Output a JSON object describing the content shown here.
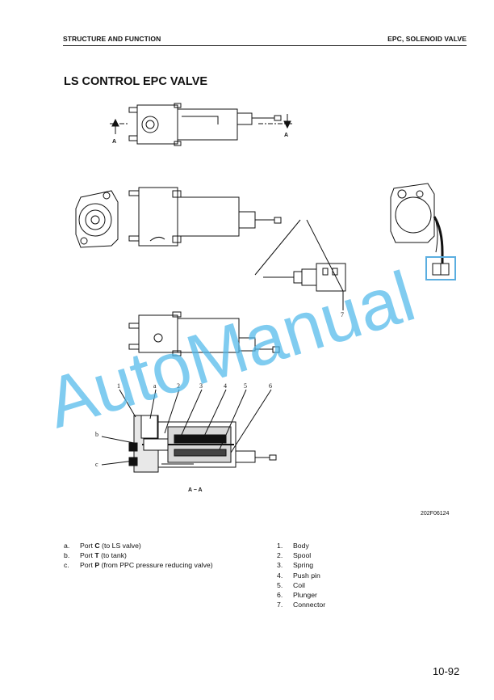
{
  "header": {
    "left": "STRUCTURE AND FUNCTION",
    "right": "EPC, SOLENOID VALVE"
  },
  "title": "LS CONTROL EPC VALVE",
  "figure": {
    "section_marks": [
      "A",
      "A"
    ],
    "section_caption": "A − A",
    "callouts": [
      "1",
      "a",
      "2",
      "3",
      "4",
      "5",
      "6",
      "b",
      "c",
      "7"
    ],
    "code": "202F06124"
  },
  "legend_ports": [
    {
      "key": "a.",
      "pre": "Port ",
      "bold": "C",
      "post": " (to LS valve)"
    },
    {
      "key": "b.",
      "pre": "Port ",
      "bold": "T",
      "post": " (to tank)"
    },
    {
      "key": "c.",
      "pre": "Port ",
      "bold": "P",
      "post": " (from PPC pressure reducing valve)"
    }
  ],
  "legend_parts": [
    {
      "key": "1.",
      "label": "Body"
    },
    {
      "key": "2.",
      "label": "Spool"
    },
    {
      "key": "3.",
      "label": "Spring"
    },
    {
      "key": "4.",
      "label": "Push pin"
    },
    {
      "key": "5.",
      "label": "Coil"
    },
    {
      "key": "6.",
      "label": "Plunger"
    },
    {
      "key": "7.",
      "label": "Connector"
    }
  ],
  "page_number": "10-92",
  "watermark": "AutoManual",
  "colors": {
    "ink": "#111111",
    "watermark": "#4fb8ea",
    "highlight": "#5aaee0"
  }
}
